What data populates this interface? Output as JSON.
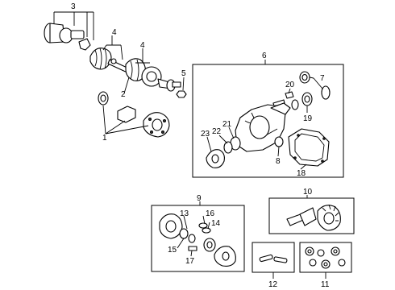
{
  "callouts": {
    "c1": "1",
    "c2": "2",
    "c3": "3",
    "c4a": "4",
    "c4b": "4",
    "c5": "5",
    "c6": "6",
    "c7": "7",
    "c8": "8",
    "c9": "9",
    "c10": "10",
    "c11": "11",
    "c12": "12",
    "c13": "13",
    "c14": "14",
    "c15": "15",
    "c16": "16",
    "c17": "17",
    "c18": "18",
    "c19": "19",
    "c20": "20",
    "c21": "21",
    "c22": "22",
    "c23": "23"
  }
}
